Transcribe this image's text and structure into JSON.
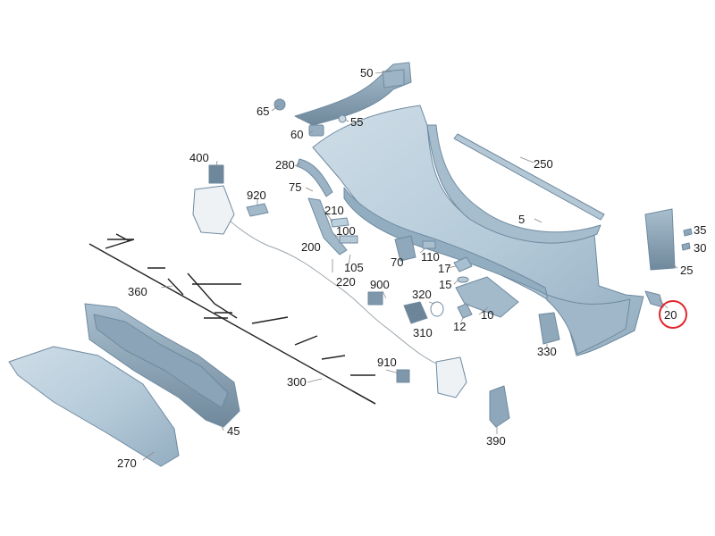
{
  "diagram": {
    "highlight_color": "#e3262e",
    "part_color": "#b4cad9",
    "part_shadow_color": "#8fa9bd",
    "callouts": {
      "c5": "5",
      "c10": "10",
      "c12": "12",
      "c15": "15",
      "c17": "17",
      "c20": "20",
      "c25": "25",
      "c30": "30",
      "c35": "35",
      "c45": "45",
      "c50": "50",
      "c55": "55",
      "c60": "60",
      "c65": "65",
      "c70": "70",
      "c75": "75",
      "c100": "100",
      "c105": "105",
      "c110": "110",
      "c200": "200",
      "c210": "210",
      "c220": "220",
      "c250": "250",
      "c270": "270",
      "c280": "280",
      "c300": "300",
      "c310": "310",
      "c320": "320",
      "c330": "330",
      "c360": "360",
      "c390": "390",
      "c400": "400",
      "c900": "900",
      "c910": "910",
      "c920": "920"
    },
    "highlighted_callout": "20"
  }
}
